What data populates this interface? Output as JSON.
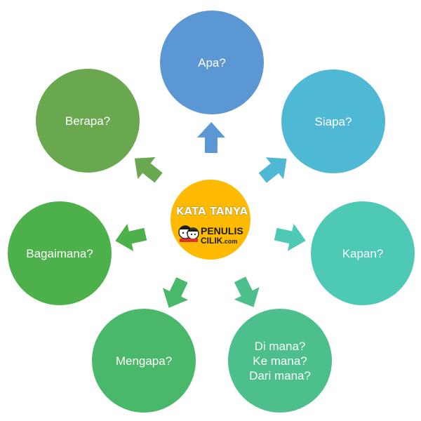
{
  "center": {
    "title": "KATA TANYA",
    "logo_line1": "PENULIS",
    "logo_line2": "CILIK",
    "logo_suffix": ".com",
    "color": "#FDBA00"
  },
  "bubbles": [
    {
      "name": "bubble-apa",
      "lines": [
        "Apa?"
      ],
      "color": "#5B97D3"
    },
    {
      "name": "bubble-siapa",
      "lines": [
        "Siapa?"
      ],
      "color": "#4FB8D4"
    },
    {
      "name": "bubble-kapan",
      "lines": [
        "Kapan?"
      ],
      "color": "#4EC9B5"
    },
    {
      "name": "bubble-di-mana",
      "lines": [
        "Di mana?",
        "Ke mana?",
        "Dari mana?"
      ],
      "color": "#4CBF8C"
    },
    {
      "name": "bubble-mengapa",
      "lines": [
        "Mengapa?"
      ],
      "color": "#49B86B"
    },
    {
      "name": "bubble-bagaimana",
      "lines": [
        "Bagaimana?"
      ],
      "color": "#4CB14A"
    },
    {
      "name": "bubble-berapa",
      "lines": [
        "Berapa?"
      ],
      "color": "#6AA84F"
    }
  ]
}
